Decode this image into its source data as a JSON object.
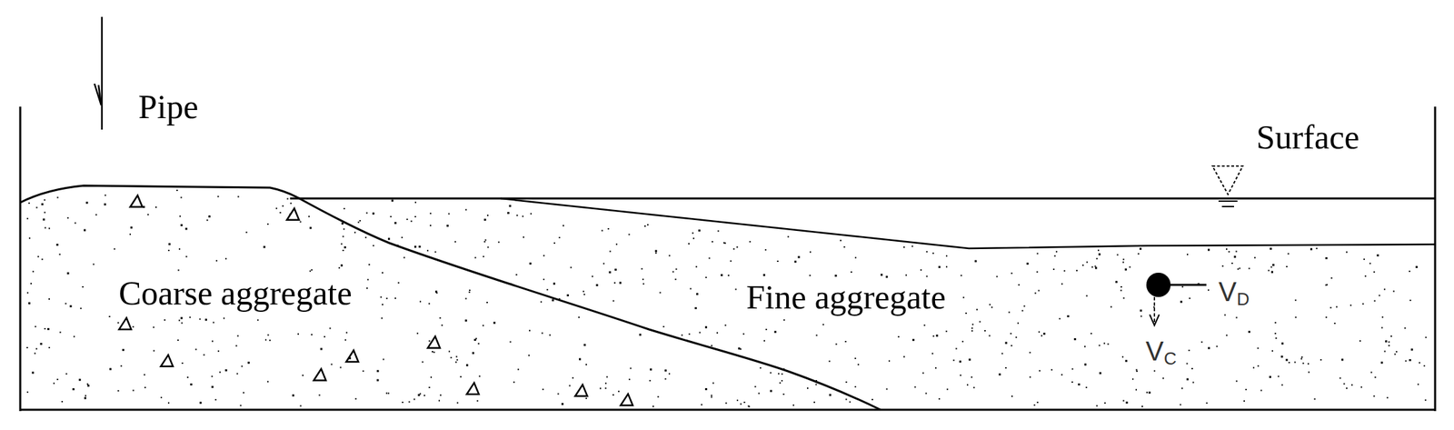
{
  "diagram": {
    "labels": [
      "Pipe",
      "Surface",
      "Coarse aggregate",
      "Fine aggregate",
      "V",
      "D",
      "V",
      "C"
    ]
  }
}
